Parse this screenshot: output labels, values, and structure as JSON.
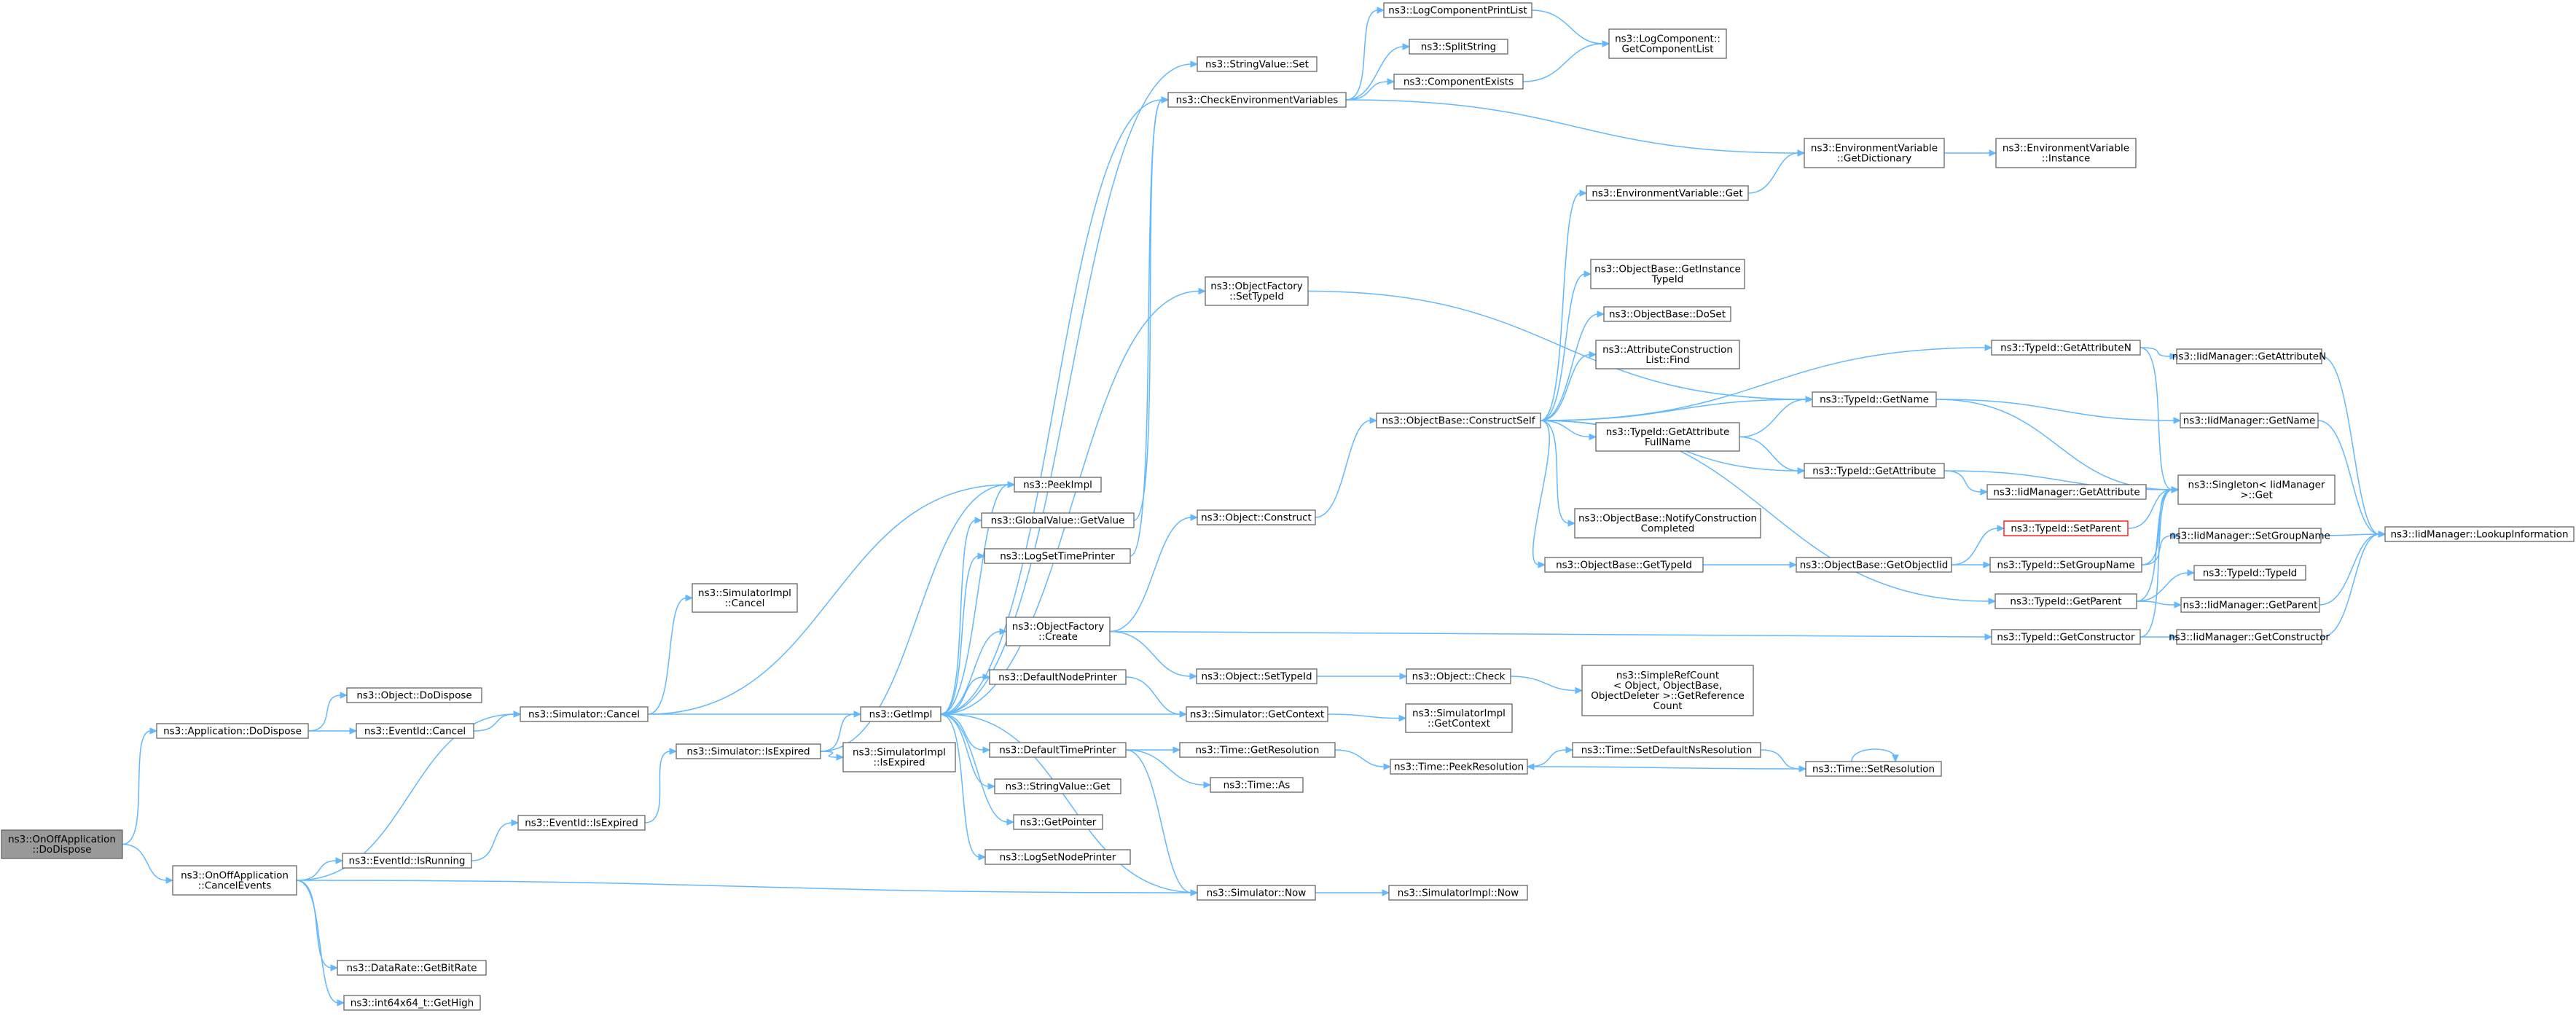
{
  "diagram": {
    "type": "call-graph",
    "colors": {
      "edge": "#63b8ff",
      "node_border": "#666666",
      "root_fill": "#999999",
      "highlight_border": "#ff0000"
    },
    "nodes": [
      {
        "id": "n0",
        "lines": [
          "ns3::OnOffApplication",
          "::DoDispose"
        ],
        "style": "root"
      },
      {
        "id": "n1",
        "lines": [
          "ns3::Application::DoDispose"
        ]
      },
      {
        "id": "n2",
        "lines": [
          "ns3::OnOffApplication",
          "::CancelEvents"
        ]
      },
      {
        "id": "n3",
        "lines": [
          "ns3::Object::DoDispose"
        ]
      },
      {
        "id": "n4",
        "lines": [
          "ns3::EventId::Cancel"
        ]
      },
      {
        "id": "n5",
        "lines": [
          "ns3::Simulator::Cancel"
        ]
      },
      {
        "id": "n6",
        "lines": [
          "ns3::SimulatorImpl",
          "::Cancel"
        ]
      },
      {
        "id": "n7",
        "lines": [
          "ns3::EventId::IsRunning"
        ]
      },
      {
        "id": "n8",
        "lines": [
          "ns3::EventId::IsExpired"
        ]
      },
      {
        "id": "n9",
        "lines": [
          "ns3::Simulator::IsExpired"
        ]
      },
      {
        "id": "n10",
        "lines": [
          "ns3::DataRate::GetBitRate"
        ]
      },
      {
        "id": "n11",
        "lines": [
          "ns3::int64x64_t::GetHigh"
        ]
      },
      {
        "id": "n12",
        "lines": [
          "ns3::GetImpl"
        ]
      },
      {
        "id": "n13",
        "lines": [
          "ns3::SimulatorImpl",
          "::IsExpired"
        ]
      },
      {
        "id": "n14",
        "lines": [
          "ns3::PeekImpl"
        ]
      },
      {
        "id": "n15",
        "lines": [
          "ns3::GlobalValue::GetValue"
        ]
      },
      {
        "id": "n16",
        "lines": [
          "ns3::LogSetTimePrinter"
        ]
      },
      {
        "id": "n17",
        "lines": [
          "ns3::ObjectFactory",
          "::Create"
        ]
      },
      {
        "id": "n18",
        "lines": [
          "ns3::DefaultNodePrinter"
        ]
      },
      {
        "id": "n19",
        "lines": [
          "ns3::DefaultTimePrinter"
        ]
      },
      {
        "id": "n20",
        "lines": [
          "ns3::StringValue::Get"
        ]
      },
      {
        "id": "n21",
        "lines": [
          "ns3::GetPointer"
        ]
      },
      {
        "id": "n22",
        "lines": [
          "ns3::LogSetNodePrinter"
        ]
      },
      {
        "id": "n23",
        "lines": [
          "ns3::StringValue::Set"
        ]
      },
      {
        "id": "n24",
        "lines": [
          "ns3::CheckEnvironmentVariables"
        ]
      },
      {
        "id": "n25",
        "lines": [
          "ns3::ObjectFactory",
          "::SetTypeId"
        ]
      },
      {
        "id": "n26",
        "lines": [
          "ns3::Object::Construct"
        ]
      },
      {
        "id": "n27",
        "lines": [
          "ns3::Object::SetTypeId"
        ]
      },
      {
        "id": "n28",
        "lines": [
          "ns3::Simulator::GetContext"
        ]
      },
      {
        "id": "n29",
        "lines": [
          "ns3::Time::GetResolution"
        ]
      },
      {
        "id": "n30",
        "lines": [
          "ns3::Time::As"
        ]
      },
      {
        "id": "n31",
        "lines": [
          "ns3::Simulator::Now"
        ]
      },
      {
        "id": "n32",
        "lines": [
          "ns3::LogComponentPrintList"
        ]
      },
      {
        "id": "n33",
        "lines": [
          "ns3::SplitString"
        ]
      },
      {
        "id": "n34",
        "lines": [
          "ns3::ComponentExists"
        ]
      },
      {
        "id": "n35",
        "lines": [
          "ns3::ObjectBase::ConstructSelf"
        ]
      },
      {
        "id": "n36",
        "lines": [
          "ns3::Object::Check"
        ]
      },
      {
        "id": "n37",
        "lines": [
          "ns3::SimulatorImpl",
          "::GetContext"
        ]
      },
      {
        "id": "n38",
        "lines": [
          "ns3::Time::PeekResolution"
        ]
      },
      {
        "id": "n39",
        "lines": [
          "ns3::SimulatorImpl::Now"
        ]
      },
      {
        "id": "n40",
        "lines": [
          "ns3::LogComponent::",
          "GetComponentList"
        ]
      },
      {
        "id": "n41",
        "lines": [
          "ns3::EnvironmentVariable::Get"
        ]
      },
      {
        "id": "n42",
        "lines": [
          "ns3::ObjectBase::GetInstance",
          "TypeId"
        ]
      },
      {
        "id": "n43",
        "lines": [
          "ns3::ObjectBase::DoSet"
        ]
      },
      {
        "id": "n44",
        "lines": [
          "ns3::AttributeConstruction",
          "List::Find"
        ]
      },
      {
        "id": "n45",
        "lines": [
          "ns3::TypeId::GetAttribute",
          "FullName"
        ]
      },
      {
        "id": "n46",
        "lines": [
          "ns3::ObjectBase::NotifyConstruction",
          "Completed"
        ]
      },
      {
        "id": "n47",
        "lines": [
          "ns3::ObjectBase::GetTypeId"
        ]
      },
      {
        "id": "n48",
        "lines": [
          "ns3::SimpleRefCount",
          "< Object, ObjectBase,",
          "ObjectDeleter >::GetReference",
          "Count"
        ]
      },
      {
        "id": "n49",
        "lines": [
          "ns3::Time::SetDefaultNsResolution"
        ]
      },
      {
        "id": "n50",
        "lines": [
          "ns3::EnvironmentVariable",
          "::GetDictionary"
        ]
      },
      {
        "id": "n51",
        "lines": [
          "ns3::TypeId::GetName"
        ]
      },
      {
        "id": "n52",
        "lines": [
          "ns3::TypeId::GetAttribute"
        ]
      },
      {
        "id": "n53",
        "lines": [
          "ns3::ObjectBase::GetObjectIid"
        ]
      },
      {
        "id": "n54",
        "lines": [
          "ns3::Time::SetResolution"
        ]
      },
      {
        "id": "n55",
        "lines": [
          "ns3::EnvironmentVariable",
          "::Instance"
        ]
      },
      {
        "id": "n56",
        "lines": [
          "ns3::TypeId::GetAttributeN"
        ]
      },
      {
        "id": "n57",
        "lines": [
          "ns3::IidManager::GetAttribute"
        ]
      },
      {
        "id": "n58",
        "lines": [
          "ns3::TypeId::SetParent"
        ],
        "style": "red"
      },
      {
        "id": "n59",
        "lines": [
          "ns3::TypeId::SetGroupName"
        ]
      },
      {
        "id": "n60",
        "lines": [
          "ns3::TypeId::GetParent"
        ]
      },
      {
        "id": "n61",
        "lines": [
          "ns3::TypeId::GetConstructor"
        ]
      },
      {
        "id": "n62",
        "lines": [
          "ns3::IidManager::GetAttributeN"
        ]
      },
      {
        "id": "n63",
        "lines": [
          "ns3::IidManager::GetName"
        ]
      },
      {
        "id": "n64",
        "lines": [
          "ns3::Singleton< IidManager",
          " >::Get"
        ]
      },
      {
        "id": "n65",
        "lines": [
          "ns3::IidManager::SetGroupName"
        ]
      },
      {
        "id": "n66",
        "lines": [
          "ns3::TypeId::TypeId"
        ]
      },
      {
        "id": "n67",
        "lines": [
          "ns3::IidManager::GetParent"
        ]
      },
      {
        "id": "n68",
        "lines": [
          "ns3::IidManager::GetConstructor"
        ]
      },
      {
        "id": "n69",
        "lines": [
          "ns3::IidManager::LookupInformation"
        ]
      }
    ],
    "edges": [
      [
        "n0",
        "n1"
      ],
      [
        "n0",
        "n2"
      ],
      [
        "n1",
        "n3"
      ],
      [
        "n1",
        "n4"
      ],
      [
        "n4",
        "n5"
      ],
      [
        "n5",
        "n6"
      ],
      [
        "n5",
        "n12"
      ],
      [
        "n5",
        "n14"
      ],
      [
        "n2",
        "n5"
      ],
      [
        "n2",
        "n7"
      ],
      [
        "n2",
        "n10"
      ],
      [
        "n2",
        "n11"
      ],
      [
        "n2",
        "n31"
      ],
      [
        "n7",
        "n8"
      ],
      [
        "n8",
        "n9"
      ],
      [
        "n9",
        "n12"
      ],
      [
        "n9",
        "n13"
      ],
      [
        "n9",
        "n14"
      ],
      [
        "n12",
        "n14"
      ],
      [
        "n12",
        "n15"
      ],
      [
        "n12",
        "n16"
      ],
      [
        "n12",
        "n17"
      ],
      [
        "n12",
        "n18"
      ],
      [
        "n12",
        "n19"
      ],
      [
        "n12",
        "n20"
      ],
      [
        "n12",
        "n21"
      ],
      [
        "n12",
        "n22"
      ],
      [
        "n12",
        "n23"
      ],
      [
        "n12",
        "n24"
      ],
      [
        "n12",
        "n25"
      ],
      [
        "n15",
        "n24"
      ],
      [
        "n16",
        "n24"
      ],
      [
        "n17",
        "n26"
      ],
      [
        "n17",
        "n27"
      ],
      [
        "n17",
        "n61"
      ],
      [
        "n18",
        "n28"
      ],
      [
        "n28",
        "n12"
      ],
      [
        "n28",
        "n37"
      ],
      [
        "n19",
        "n29"
      ],
      [
        "n19",
        "n30"
      ],
      [
        "n19",
        "n31"
      ],
      [
        "n31",
        "n12"
      ],
      [
        "n31",
        "n39"
      ],
      [
        "n29",
        "n38"
      ],
      [
        "n38",
        "n49"
      ],
      [
        "n49",
        "n54"
      ],
      [
        "n54",
        "n54"
      ],
      [
        "n54",
        "n38"
      ],
      [
        "n24",
        "n32"
      ],
      [
        "n24",
        "n33"
      ],
      [
        "n24",
        "n34"
      ],
      [
        "n24",
        "n50"
      ],
      [
        "n32",
        "n40"
      ],
      [
        "n34",
        "n40"
      ],
      [
        "n25",
        "n51"
      ],
      [
        "n26",
        "n35"
      ],
      [
        "n27",
        "n36"
      ],
      [
        "n36",
        "n48"
      ],
      [
        "n35",
        "n41"
      ],
      [
        "n35",
        "n42"
      ],
      [
        "n35",
        "n43"
      ],
      [
        "n35",
        "n44"
      ],
      [
        "n35",
        "n45"
      ],
      [
        "n35",
        "n46"
      ],
      [
        "n35",
        "n47"
      ],
      [
        "n35",
        "n51"
      ],
      [
        "n35",
        "n52"
      ],
      [
        "n35",
        "n56"
      ],
      [
        "n35",
        "n60"
      ],
      [
        "n41",
        "n50"
      ],
      [
        "n50",
        "n55"
      ],
      [
        "n45",
        "n51"
      ],
      [
        "n45",
        "n52"
      ],
      [
        "n47",
        "n53"
      ],
      [
        "n53",
        "n58"
      ],
      [
        "n53",
        "n59"
      ],
      [
        "n51",
        "n63"
      ],
      [
        "n51",
        "n64"
      ],
      [
        "n52",
        "n57"
      ],
      [
        "n52",
        "n64"
      ],
      [
        "n56",
        "n62"
      ],
      [
        "n56",
        "n64"
      ],
      [
        "n58",
        "n64"
      ],
      [
        "n59",
        "n64"
      ],
      [
        "n59",
        "n65"
      ],
      [
        "n60",
        "n64"
      ],
      [
        "n60",
        "n66"
      ],
      [
        "n60",
        "n67"
      ],
      [
        "n61",
        "n64"
      ],
      [
        "n61",
        "n68"
      ],
      [
        "n62",
        "n69"
      ],
      [
        "n63",
        "n69"
      ],
      [
        "n65",
        "n69"
      ],
      [
        "n67",
        "n69"
      ],
      [
        "n68",
        "n69"
      ]
    ]
  }
}
